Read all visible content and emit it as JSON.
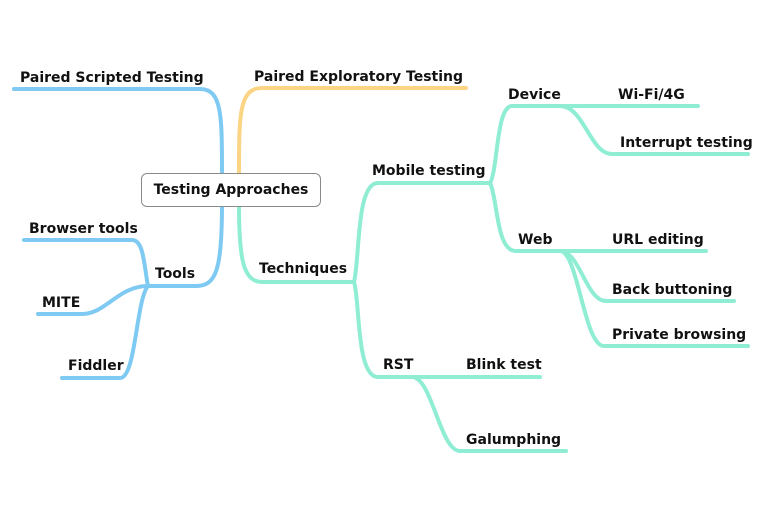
{
  "colors": {
    "blue": "#7fcaf2",
    "orange": "#fbd484",
    "teal": "#8eedd3",
    "box_border": "#8a8a8a",
    "text": "#111111"
  },
  "central": {
    "label": "Testing Approaches"
  },
  "branches": {
    "paired_scripted": "Paired Scripted Testing",
    "paired_exploratory": "Paired Exploratory Testing",
    "tools": {
      "label": "Tools",
      "children": [
        "Browser tools",
        "MITE",
        "Fiddler"
      ]
    },
    "techniques": {
      "label": "Techniques",
      "mobile": {
        "label": "Mobile testing",
        "device": {
          "label": "Device",
          "children": [
            "Wi-Fi/4G",
            "Interrupt testing"
          ]
        },
        "web": {
          "label": "Web",
          "children": [
            "URL editing",
            "Back buttoning",
            "Private browsing"
          ]
        }
      },
      "rst": {
        "label": "RST",
        "children": [
          "Blink test",
          "Galumphing"
        ]
      }
    }
  }
}
